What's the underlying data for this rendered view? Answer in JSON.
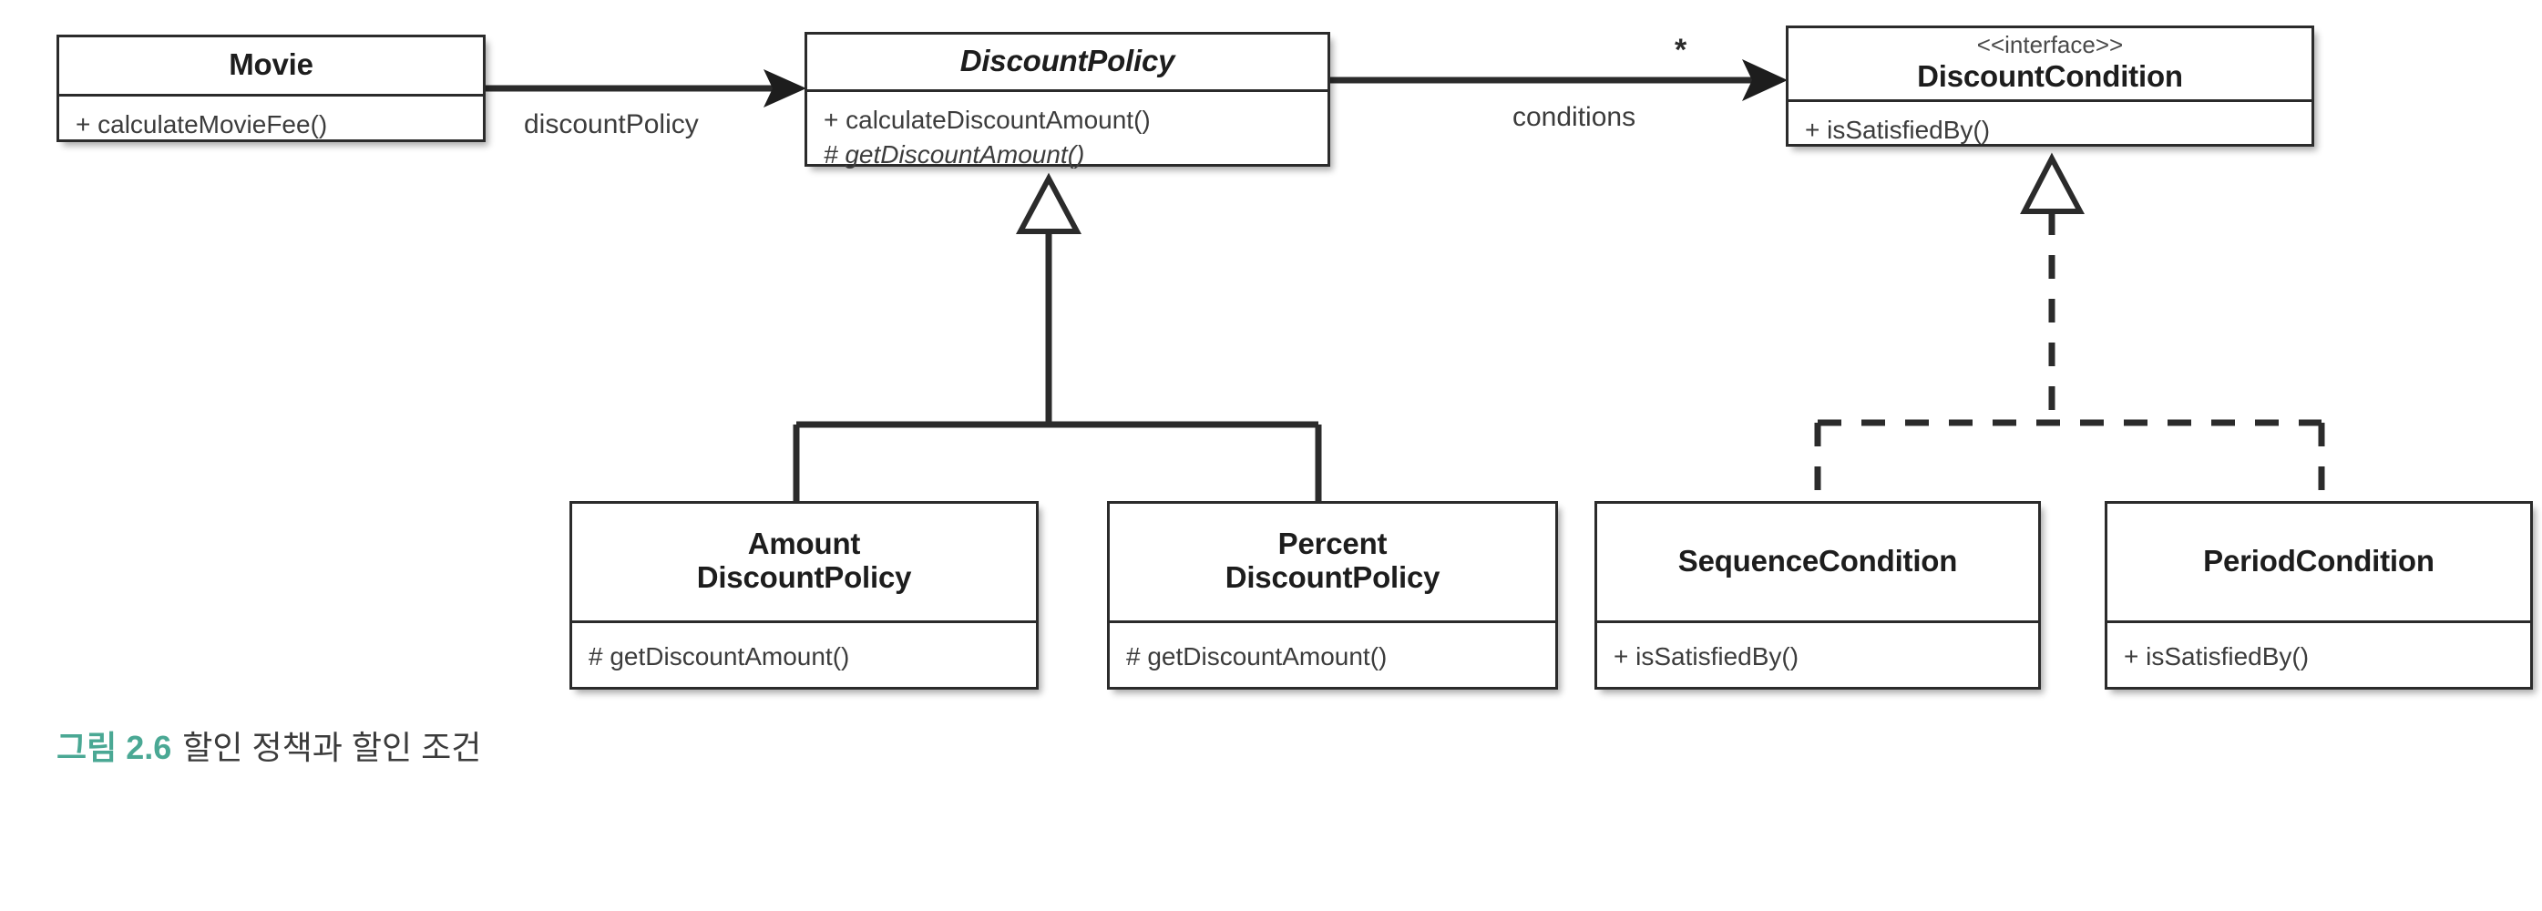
{
  "diagram": {
    "kind": "uml-class-diagram",
    "caption": {
      "number": "그림 2.6",
      "text": "할인 정책과 할인 조건",
      "number_color": "#4aa894",
      "text_color": "#3b3b3b"
    },
    "colors": {
      "background": "#ffffff",
      "box_border": "#2b2b2b",
      "box_fill": "#ffffff",
      "line": "#2b2b2b",
      "member_text": "#3c3c3c",
      "name_text": "#1d1d1d",
      "stereotype_text": "#4a4a4a"
    },
    "classes": [
      {
        "id": "movie",
        "name": "Movie",
        "stereotype": "",
        "abstract": false,
        "members": [
          {
            "text": "+ calculateMovieFee()",
            "abstract": false
          }
        ]
      },
      {
        "id": "discountpolicy",
        "name": "DiscountPolicy",
        "stereotype": "",
        "abstract": true,
        "members": [
          {
            "text": "+ calculateDiscountAmount()",
            "abstract": false
          },
          {
            "text": "# getDiscountAmount()",
            "abstract": true
          }
        ]
      },
      {
        "id": "discountcondition",
        "name": "DiscountCondition",
        "stereotype": "<<interface>>",
        "abstract": false,
        "members": [
          {
            "text": "+ isSatisfiedBy()",
            "abstract": false
          }
        ]
      },
      {
        "id": "amountdiscountpolicy",
        "name": "Amount\nDiscountPolicy",
        "stereotype": "",
        "abstract": false,
        "members": [
          {
            "text": "# getDiscountAmount()",
            "abstract": false
          }
        ]
      },
      {
        "id": "percentdiscountpolicy",
        "name": "Percent\nDiscountPolicy",
        "stereotype": "",
        "abstract": false,
        "members": [
          {
            "text": "# getDiscountAmount()",
            "abstract": false
          }
        ]
      },
      {
        "id": "sequencecondition",
        "name": "SequenceCondition",
        "stereotype": "",
        "abstract": false,
        "members": [
          {
            "text": "+ isSatisfiedBy()",
            "abstract": false
          }
        ]
      },
      {
        "id": "periodcondition",
        "name": "PeriodCondition",
        "stereotype": "",
        "abstract": false,
        "members": [
          {
            "text": "+ isSatisfiedBy()",
            "abstract": false
          }
        ]
      }
    ],
    "relationships": [
      {
        "id": "movie-to-discountpolicy",
        "type": "association",
        "from": "movie",
        "to": "discountpolicy",
        "label": "discountPolicy",
        "multiplicity": "",
        "line": "solid",
        "arrow": "open-filled"
      },
      {
        "id": "discountpolicy-to-discountcondition",
        "type": "association",
        "from": "discountpolicy",
        "to": "discountcondition",
        "label": "conditions",
        "multiplicity": "*",
        "line": "solid",
        "arrow": "open-filled"
      },
      {
        "id": "amountdiscountpolicy-generalization",
        "type": "generalization",
        "from": "amountdiscountpolicy",
        "to": "discountpolicy",
        "label": "",
        "multiplicity": "",
        "line": "solid",
        "arrow": "hollow-triangle"
      },
      {
        "id": "percentdiscountpolicy-generalization",
        "type": "generalization",
        "from": "percentdiscountpolicy",
        "to": "discountpolicy",
        "label": "",
        "multiplicity": "",
        "line": "solid",
        "arrow": "hollow-triangle"
      },
      {
        "id": "sequencecondition-realization",
        "type": "realization",
        "from": "sequencecondition",
        "to": "discountcondition",
        "label": "",
        "multiplicity": "",
        "line": "dashed",
        "arrow": "hollow-triangle"
      },
      {
        "id": "periodcondition-realization",
        "type": "realization",
        "from": "periodcondition",
        "to": "discountcondition",
        "label": "",
        "multiplicity": "",
        "line": "dashed",
        "arrow": "hollow-triangle"
      }
    ]
  }
}
